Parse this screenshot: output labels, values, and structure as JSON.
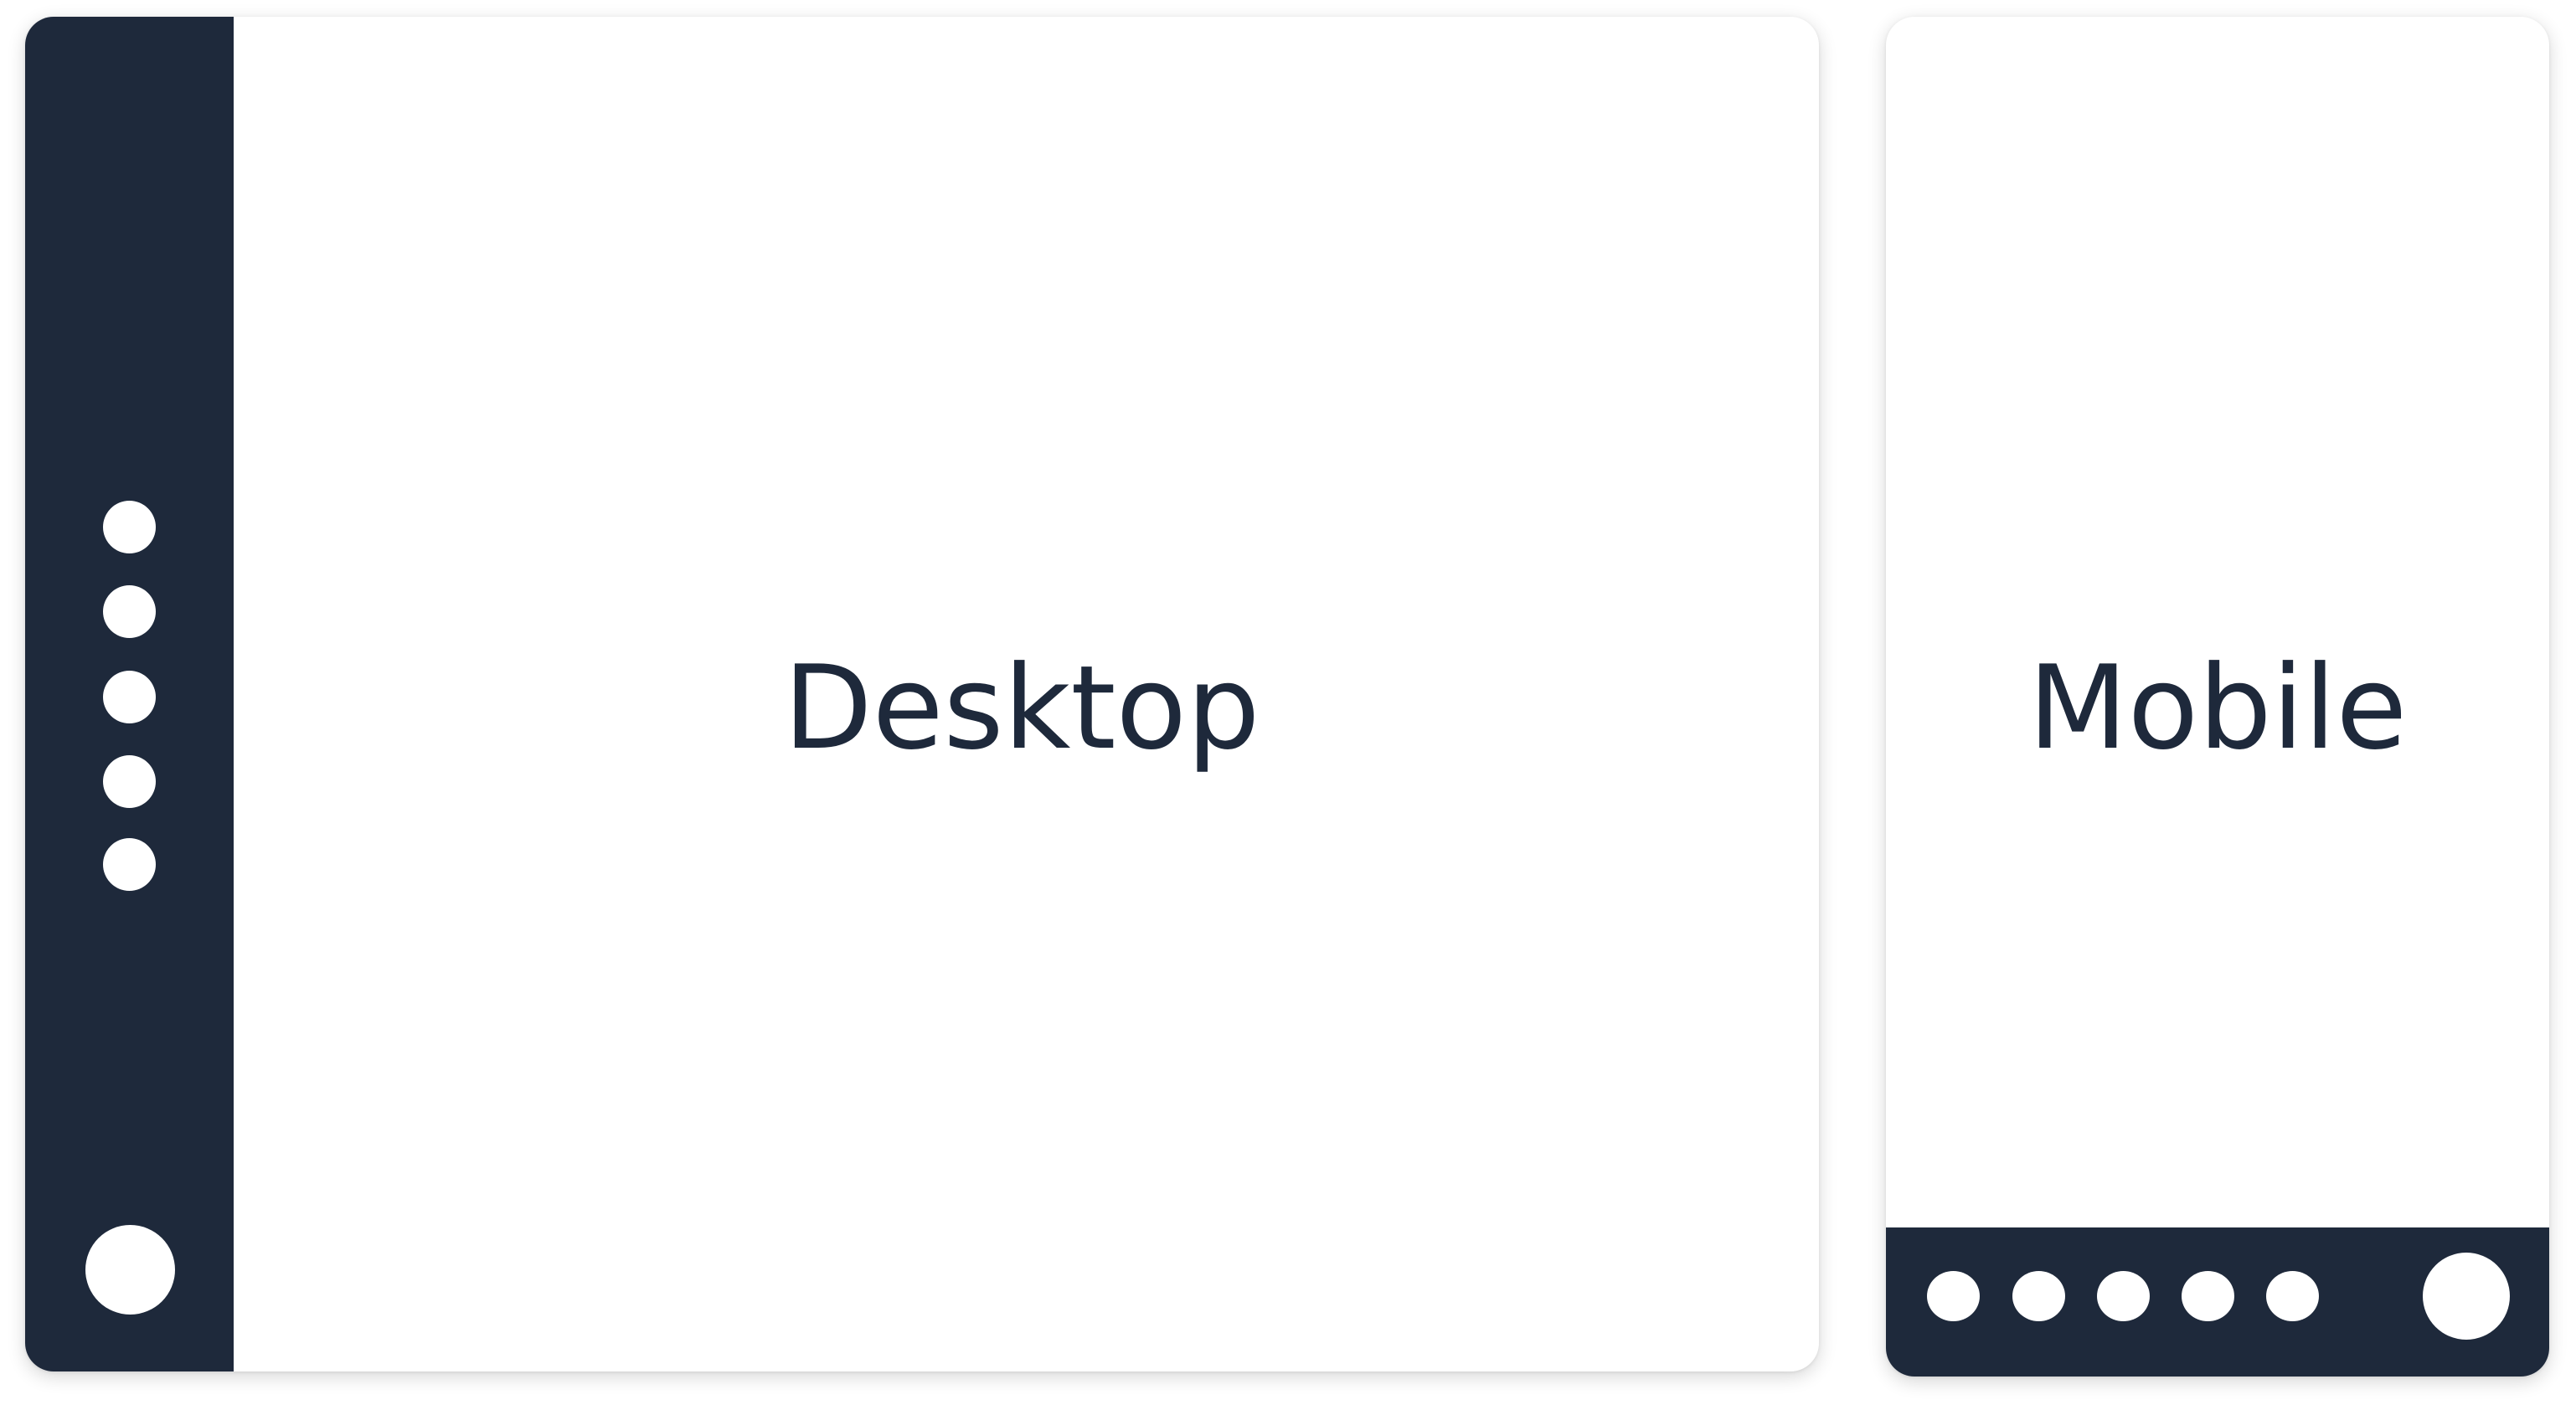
{
  "desktop": {
    "label": "Desktop",
    "nav_items": [
      "nav-1",
      "nav-2",
      "nav-3",
      "nav-4",
      "nav-5"
    ]
  },
  "mobile": {
    "label": "Mobile",
    "nav_items": [
      "nav-1",
      "nav-2",
      "nav-3",
      "nav-4",
      "nav-5"
    ]
  },
  "colors": {
    "bar": "#1e293b",
    "text": "#1e293b",
    "dot": "#ffffff",
    "canvas": "#ffffff"
  }
}
